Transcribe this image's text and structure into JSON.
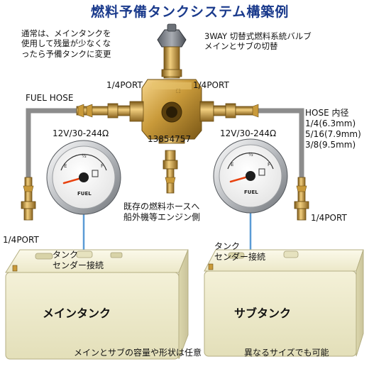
{
  "title": "燃料予備タンクシステム構築例",
  "intro_lines": [
    "通常は、メインタンクを",
    "使用して残量が少なくな",
    "ったら予備タンクに変更"
  ],
  "valve_lines": [
    "3WAY 切替式燃料系統バルブ",
    "メインとサブの切替"
  ],
  "port_left": "1/4PORT",
  "port_right": "1/4PORT",
  "fuel_hose": "FUEL HOSE",
  "hose_sizes": [
    "HOSE 内径",
    "1/4(6.3mm)",
    "5/16(7.9mm)",
    "3/8(9.5mm)"
  ],
  "gauge_left_spec": "12V/30-244Ω",
  "gauge_right_spec": "12V/30-244Ω",
  "part_number": "13854757",
  "port_bottom_left": "1/4PORT",
  "port_bottom_right": "1/4PORT",
  "existing_hose_lines": [
    "既存の燃料ホースへ",
    "船外機等エンジン側"
  ],
  "sender_left_lines": [
    "タンク",
    "センダー接続"
  ],
  "sender_right_lines": [
    "タンク",
    "センダー接続"
  ],
  "main_tank_label": "メインタンク",
  "sub_tank_label": "サブタンク",
  "footer_left": "メインとサブの容量や形状は任意",
  "footer_right": "異なるサイズでも可能",
  "gauge_brand": "FUEL",
  "gauge_scale": [
    "E",
    "½",
    "F"
  ]
}
